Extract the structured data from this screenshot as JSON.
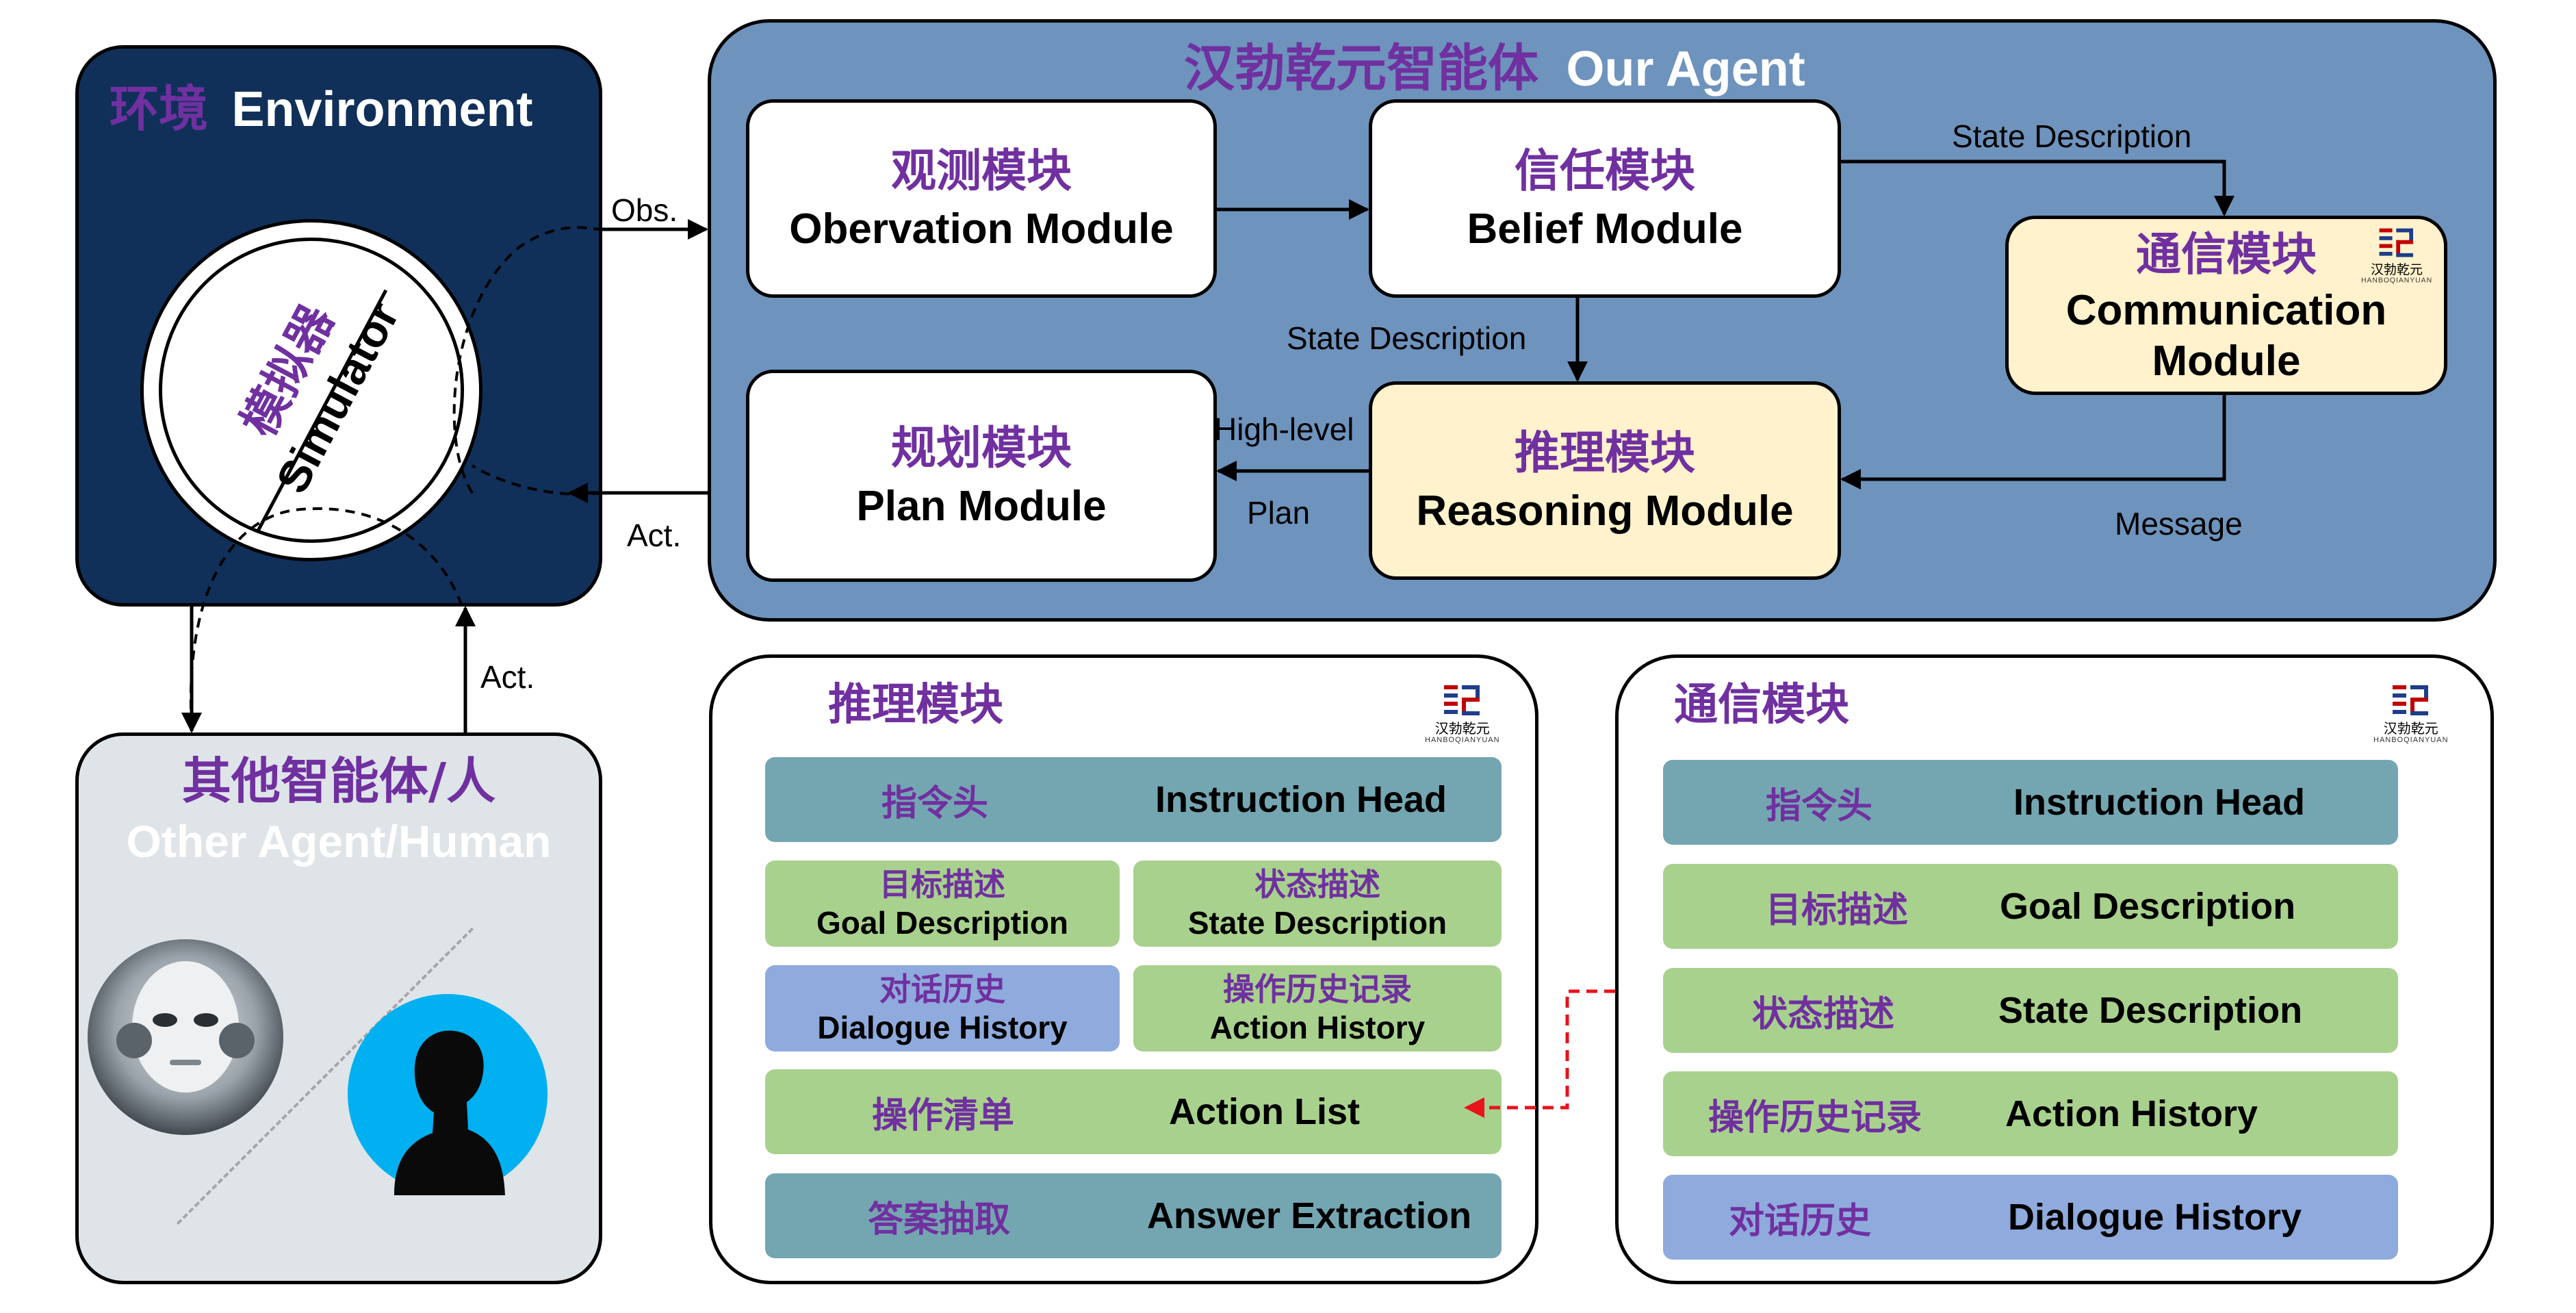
{
  "environment": {
    "title_zh": "环境",
    "title_en": "Environment",
    "simulator_zh": "模拟器",
    "simulator_en": "Simulator"
  },
  "agent": {
    "title_zh": "汉勃乾元智能体",
    "title_en": "Our Agent",
    "observation": {
      "zh": "观测模块",
      "en": "Obervation Module"
    },
    "belief": {
      "zh": "信任模块",
      "en": "Belief Module"
    },
    "communication": {
      "zh": "通信模块",
      "en_line1": "Communication",
      "en_line2": "Module"
    },
    "plan": {
      "zh": "规划模块",
      "en": "Plan Module"
    },
    "reasoning": {
      "zh": "推理模块",
      "en": "Reasoning Module"
    }
  },
  "edge_labels": {
    "obs": "Obs.",
    "act_env": "Act.",
    "act_other": "Act.",
    "state_desc_top": "State Description",
    "state_desc_mid": "State Description",
    "high_level": "High-level",
    "plan": "Plan",
    "message": "Message"
  },
  "other": {
    "title_zh": "其他智能体/人",
    "title_en": "Other Agent/Human"
  },
  "reasoning_panel": {
    "title": "推理模块",
    "rows": [
      {
        "zh": "指令头",
        "en": "Instruction Head"
      },
      {
        "zh": "目标描述",
        "en": "Goal Description"
      },
      {
        "zh": "状态描述",
        "en": "State Description"
      },
      {
        "zh": "对话历史",
        "en": "Dialogue History"
      },
      {
        "zh": "操作历史记录",
        "en": "Action History"
      },
      {
        "zh": "操作清单",
        "en": "Action List"
      },
      {
        "zh": "答案抽取",
        "en": "Answer Extraction"
      }
    ]
  },
  "communication_panel": {
    "title": "通信模块",
    "rows": [
      {
        "zh": "指令头",
        "en": "Instruction Head"
      },
      {
        "zh": "目标描述",
        "en": "Goal Description"
      },
      {
        "zh": "状态描述",
        "en": "State Description"
      },
      {
        "zh": "操作历史记录",
        "en": "Action History"
      },
      {
        "zh": "对话历史",
        "en": "Dialogue History"
      }
    ]
  },
  "logo": {
    "zh": "汉勃乾元",
    "en": "HANBOQIANYUAN"
  },
  "colors": {
    "purple": "#7030a0",
    "env_bg": "#10305a",
    "agent_bg": "#6e93bd",
    "yellow": "#fff2cc",
    "teal": "#74a6b2",
    "green": "#a9d18e",
    "blue": "#8faadc",
    "red_dash": "#e8141c"
  }
}
